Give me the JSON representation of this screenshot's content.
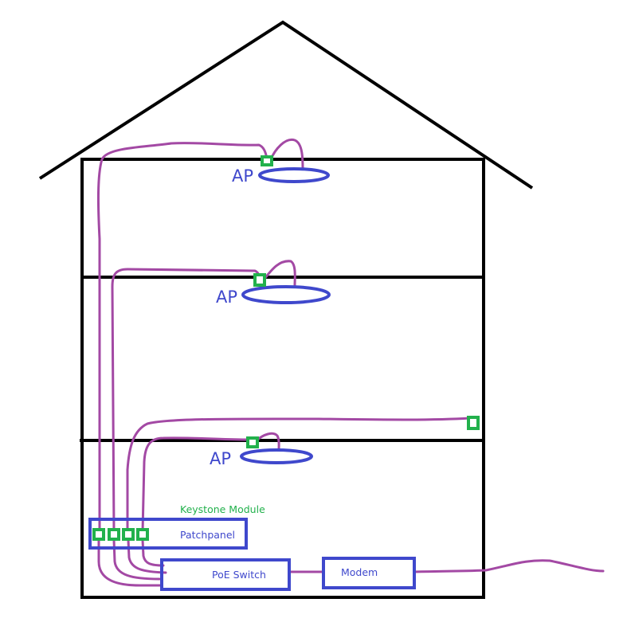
{
  "colors": {
    "device": "#3f48cc",
    "cable": "#a349a4",
    "keystone": "#22b14c",
    "structure": "#000000"
  },
  "labels": {
    "ap_top": "AP",
    "ap_middle": "AP",
    "ap_bottom": "AP",
    "keystone": "Keystone Module",
    "patchpanel": "Patchpanel",
    "switch": "PoE Switch",
    "modem": "Modem"
  }
}
